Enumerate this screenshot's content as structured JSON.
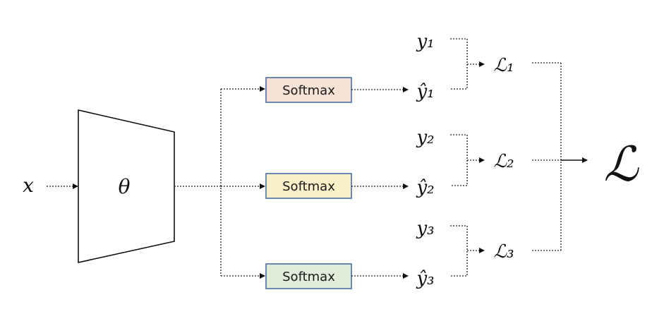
{
  "input": {
    "label": "x"
  },
  "model": {
    "label": "θ"
  },
  "heads": [
    {
      "label": "Softmax",
      "fill": "#F7E3D6",
      "target": "y₁",
      "pred": "ŷ₁",
      "loss": "ℒ₁"
    },
    {
      "label": "Softmax",
      "fill": "#FBF0C9",
      "target": "y₂",
      "pred": "ŷ₂",
      "loss": "ℒ₂"
    },
    {
      "label": "Softmax",
      "fill": "#E2ECDA",
      "target": "y₃",
      "pred": "ŷ₃",
      "loss": "ℒ₃"
    }
  ],
  "total_loss": {
    "label": "ℒ"
  }
}
